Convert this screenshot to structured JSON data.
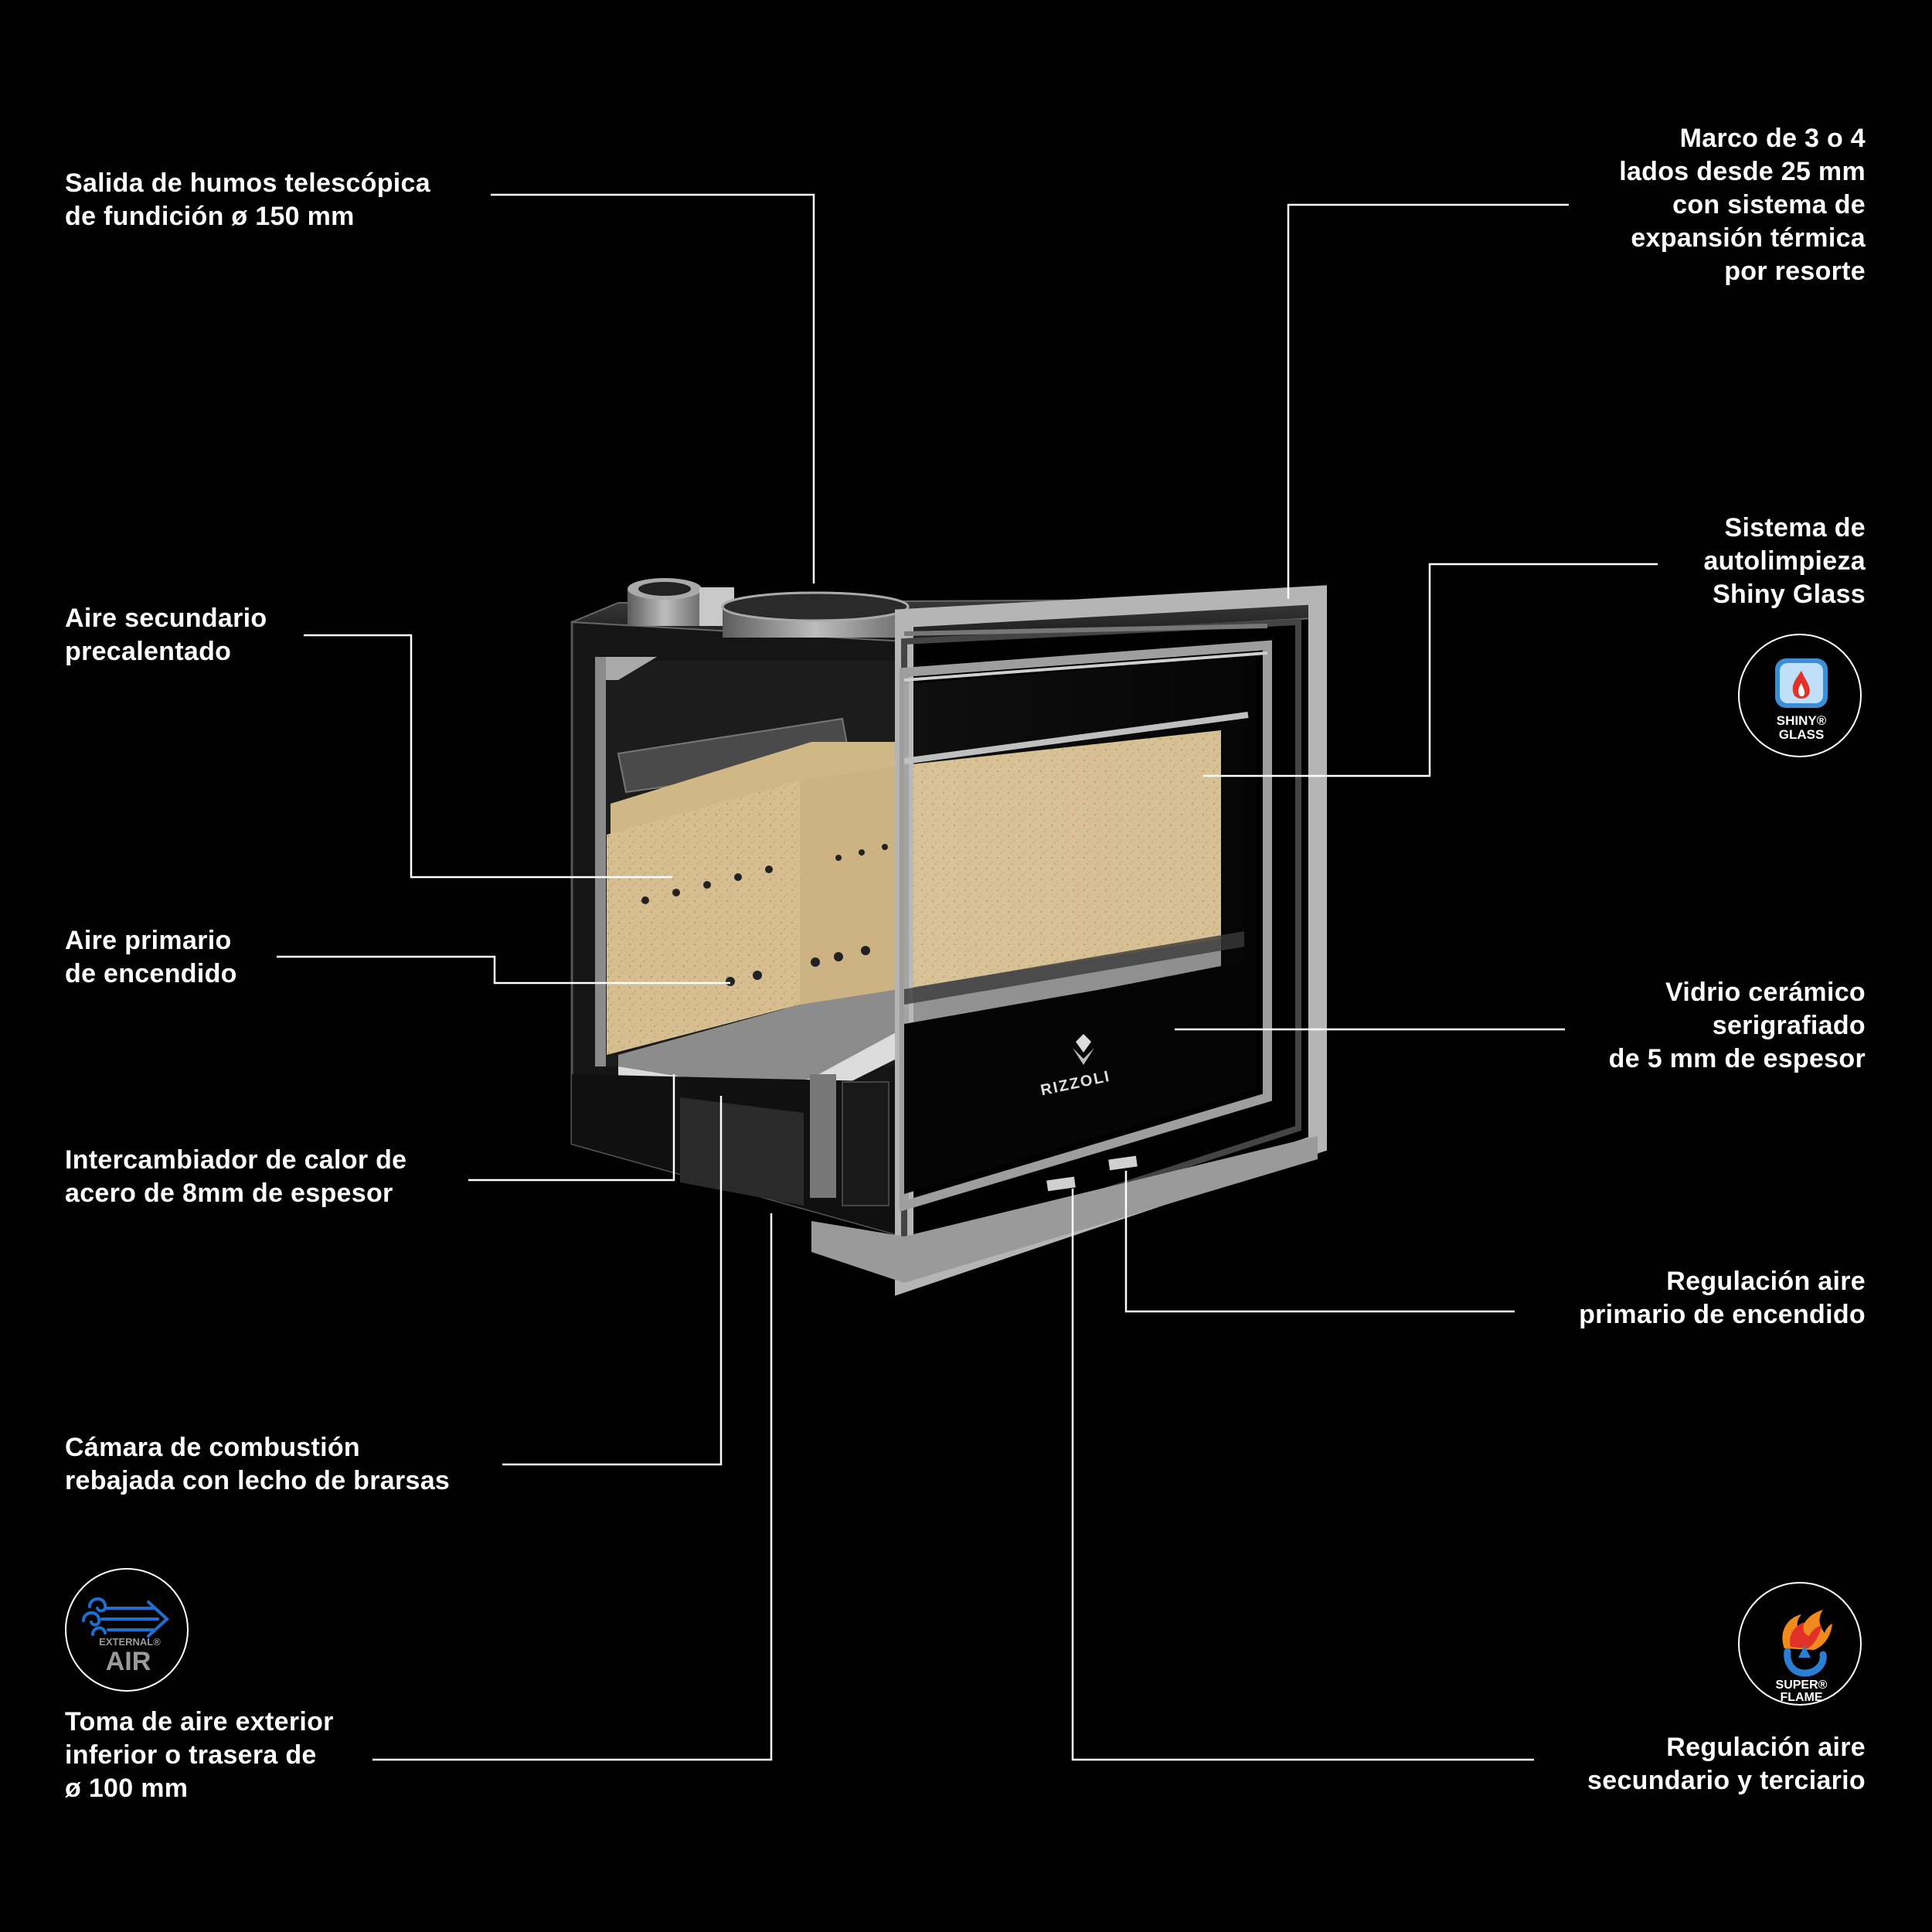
{
  "annotations": {
    "salida_humos": "Salida de humos telescópica\nde fundición ø 150 mm",
    "marco": "Marco de 3 o 4\nlados desde 25 mm\ncon sistema de\nexpansión térmica\npor resorte",
    "aire_secundario": "Aire secundario\nprecalentado",
    "sistema_autolimpieza": "Sistema de\nautolimpieza\nShiny Glass",
    "aire_primario": "Aire primario\nde encendido",
    "vidrio": "Vidrio cerámico\nserigrafiado\nde 5 mm de espesor",
    "intercambiador": "Intercambiador de calor de\nacero de 8mm de espesor",
    "regulacion_primario": "Regulación aire\nprimario de encendido",
    "camara": "Cámara de combustión\nrebajada con lecho de brarsas",
    "toma_aire": "Toma de aire exterior\ninferior o trasera de\nø 100 mm",
    "regulacion_secundario": "Regulación aire\nsecundario y terciario"
  },
  "badges": {
    "shiny_glass": {
      "line1": "SHINY®",
      "line2": "GLASS"
    },
    "external_air": {
      "line1": "EXTERNAL®",
      "line2": "AIR"
    },
    "super_flame": {
      "line1": "SUPER®",
      "line2": "FLAME"
    }
  },
  "brand": {
    "logo_text": "RIZZOLI"
  },
  "colors": {
    "background": "#000000",
    "text": "#ffffff",
    "refractory": "#d4bc8e",
    "steel": "#9a9a9a",
    "shiny_glass_blue": "#3a8fd6",
    "flame_red": "#e03228",
    "external_air_blue": "#1f6fd1",
    "super_flame_orange": "#f08a1c"
  }
}
